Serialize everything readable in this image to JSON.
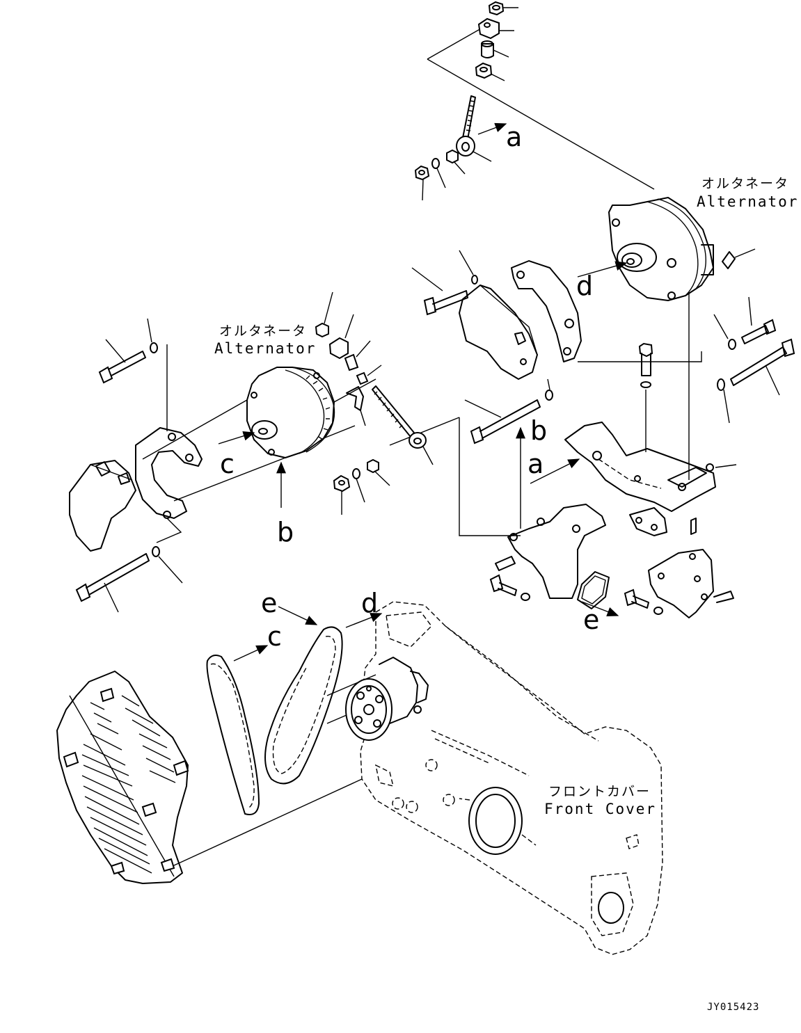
{
  "labels": {
    "alternator_upper_jp": "オルタネータ",
    "alternator_upper_en": "Alternator",
    "alternator_left_jp": "オルタネータ",
    "alternator_left_en": "Alternator",
    "front_cover_jp": "フロントカバー",
    "front_cover_en": "Front Cover",
    "drawing_code": "JY015423"
  },
  "callouts": {
    "a_top": "a",
    "a_bracket": "a",
    "b_left": "b",
    "b_bracket": "b",
    "c_left": "c",
    "c_belt": "c",
    "d_top": "d",
    "d_cover": "d",
    "e_belt": "e",
    "e_bracket": "e"
  }
}
